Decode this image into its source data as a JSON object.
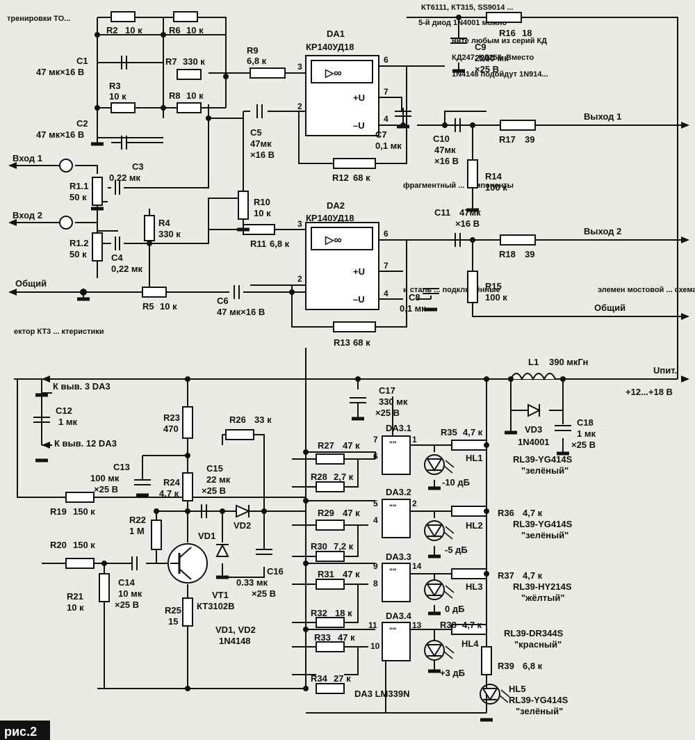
{
  "figure": {
    "label": "рис.2"
  },
  "terminals": {
    "in1": "Вход 1",
    "in2": "Вход 2",
    "common_left": "Общий",
    "out1": "Выход 1",
    "out2": "Выход 2",
    "common_right": "Общий",
    "supply_title": "Uпит.",
    "supply_value": "+12...+18 В",
    "to_dA3_pin3": "К выв. 3 DA3",
    "to_dA3_pin12": "К выв. 12 DA3"
  },
  "ics": {
    "da1": {
      "name": "DA1",
      "type": "КР140УД18"
    },
    "da2": {
      "name": "DA2",
      "type": "КР140УД18"
    },
    "da3_1": "DA3.1",
    "da3_2": "DA3.2",
    "da3_3": "DA3.3",
    "da3_4": "DA3.4",
    "da3_note": "DA3  LM339N",
    "oa_inf": "▷∞",
    "plus_u": "+U",
    "minus_u": "–U",
    "comp_sym": "\"\""
  },
  "pins": {
    "da1": [
      "3",
      "2",
      "6",
      "7",
      "4"
    ],
    "da2": [
      "3",
      "2",
      "6",
      "7",
      "4"
    ],
    "da3_1": [
      "7",
      "6",
      "1"
    ],
    "da3_2": [
      "5",
      "4",
      "2"
    ],
    "da3_3": [
      "9",
      "8",
      "14"
    ],
    "da3_4": [
      "11",
      "10",
      "13"
    ]
  },
  "resistors": {
    "r2": {
      "ref": "R2",
      "val": "10 к"
    },
    "r6": {
      "ref": "R6",
      "val": "10 к"
    },
    "r7": {
      "ref": "R7",
      "val": "330 к"
    },
    "r3": {
      "ref": "R3",
      "val": "10 к"
    },
    "r8": {
      "ref": "R8",
      "val": "10 к"
    },
    "r9": {
      "ref": "R9",
      "val": "6,8 к"
    },
    "r16": {
      "ref": "R16",
      "val": "18"
    },
    "r1_1": {
      "ref": "R1.1",
      "val": "50 к"
    },
    "r1_2": {
      "ref": "R1.2",
      "val": "50 к"
    },
    "r4": {
      "ref": "R4",
      "val": "330 к"
    },
    "r5": {
      "ref": "R5",
      "val": "10 к"
    },
    "r10": {
      "ref": "R10",
      "val": "10 к"
    },
    "r12": {
      "ref": "R12",
      "val": "68 к"
    },
    "r11": {
      "ref": "R11",
      "val": "6,8 к"
    },
    "r13": {
      "ref": "R13",
      "val": "68 к"
    },
    "r14": {
      "ref": "R14",
      "val": "100 к"
    },
    "r15": {
      "ref": "R15",
      "val": "100 к"
    },
    "r17": {
      "ref": "R17",
      "val": "39"
    },
    "r18": {
      "ref": "R18",
      "val": "39"
    },
    "r23": {
      "ref": "R23",
      "val": "470"
    },
    "r24": {
      "ref": "R24",
      "val": "4,7 к"
    },
    "r26": {
      "ref": "R26",
      "val": "33 к"
    },
    "r22": {
      "ref": "R22",
      "val": "1 М"
    },
    "r19": {
      "ref": "R19",
      "val": "150 к"
    },
    "r20": {
      "ref": "R20",
      "val": "150 к"
    },
    "r21": {
      "ref": "R21",
      "val": "10 к"
    },
    "r25": {
      "ref": "R25",
      "val": "15"
    },
    "r27": {
      "ref": "R27",
      "val": "47 к"
    },
    "r28": {
      "ref": "R28",
      "val": "2,7 к"
    },
    "r29": {
      "ref": "R29",
      "val": "47 к"
    },
    "r30": {
      "ref": "R30",
      "val": "7,2 к"
    },
    "r31": {
      "ref": "R31",
      "val": "47 к"
    },
    "r32": {
      "ref": "R32",
      "val": "18 к"
    },
    "r33": {
      "ref": "R33",
      "val": "47 к"
    },
    "r34": {
      "ref": "R34",
      "val": "27 к"
    },
    "r35": {
      "ref": "R35",
      "val": "4,7 к"
    },
    "r36": {
      "ref": "R36",
      "val": "4,7 к"
    },
    "r37": {
      "ref": "R37",
      "val": "4,7 к"
    },
    "r38": {
      "ref": "R38",
      "val": "4,7 к"
    },
    "r39": {
      "ref": "R39",
      "val": "6,8 к"
    }
  },
  "capacitors": {
    "c1": {
      "ref": "C1",
      "val": "47 мк×16 В"
    },
    "c2": {
      "ref": "C2",
      "val": "47 мк×16 В"
    },
    "c3": {
      "ref": "C3",
      "val": "0,22 мк"
    },
    "c4": {
      "ref": "C4",
      "val": "0,22 мк"
    },
    "c5": {
      "ref": "C5",
      "val1": "47мк",
      "val2": "×16 В"
    },
    "c6": {
      "ref": "C6",
      "val": "47 мк×16 В"
    },
    "c7": {
      "ref": "C7",
      "val": "0,1 мк"
    },
    "c8": {
      "ref": "C8",
      "val": "0,1 мк"
    },
    "c9": {
      "ref": "C9",
      "val1": "2200 мк",
      "val2": "×25 В"
    },
    "c10": {
      "ref": "C10",
      "val1": "47мк",
      "val2": "×16 В"
    },
    "c11": {
      "ref": "C11",
      "val1": "47мк",
      "val2": "×16 В"
    },
    "c12": {
      "ref": "C12",
      "val": "1 мк"
    },
    "c13": {
      "ref": "C13",
      "val1": "100 мк",
      "val2": "×25 В"
    },
    "c14": {
      "ref": "C14",
      "val1": "10 мк",
      "val2": "×25 В"
    },
    "c15": {
      "ref": "C15",
      "val1": "22 мк",
      "val2": "×25 В"
    },
    "c16": {
      "ref": "C16",
      "val1": "0.33 мк",
      "val2": "×25 В"
    },
    "c17": {
      "ref": "C17",
      "val1": "330 мк",
      "val2": "×25 В"
    },
    "c18": {
      "ref": "C18",
      "val1": "1 мк",
      "val2": "×25 В"
    }
  },
  "semis": {
    "vt1": {
      "ref": "VT1",
      "type": "КТ3102В"
    },
    "vd1": "VD1",
    "vd2": "VD2",
    "vd12": {
      "ref": "VD1, VD2",
      "type": "1N4148"
    },
    "vd3": {
      "ref": "VD3",
      "type": "1N4001"
    },
    "l1": {
      "ref": "L1",
      "val": "390 мкГн"
    }
  },
  "leds": {
    "hl1": {
      "ref": "HL1",
      "part": "RL39-YG414S",
      "color": "\"зелёный\"",
      "level": "-10 дБ"
    },
    "hl2": {
      "ref": "HL2",
      "part": "RL39-YG414S",
      "color": "\"зелёный\"",
      "level": "-5 дБ"
    },
    "hl3": {
      "ref": "HL3",
      "part": "RL39-HY214S",
      "color": "\"жёлтый\"",
      "level": "0 дБ"
    },
    "hl4": {
      "ref": "HL4",
      "part": "RL39-DR344S",
      "color": "\"красный\"",
      "level": "+3 дБ"
    },
    "hl5": {
      "ref": "HL5",
      "part": "RL39-YG414S",
      "color": "\"зелёный\""
    }
  },
  "background_text": [
    "КТ6111, КТ315, SS9014 ...",
    "5-й диод 1N4001 можно",
    "ните любым из серий КД",
    "КД247, КД258. Вместо",
    "1N4148 подойдут 1N914...",
    "тренировки ТО...",
    "фрагментный ... компоненты",
    "и сталь ... подключённые",
    "ектор КТ3 ... ктеристики",
    "элемен мостовой ... схема"
  ]
}
